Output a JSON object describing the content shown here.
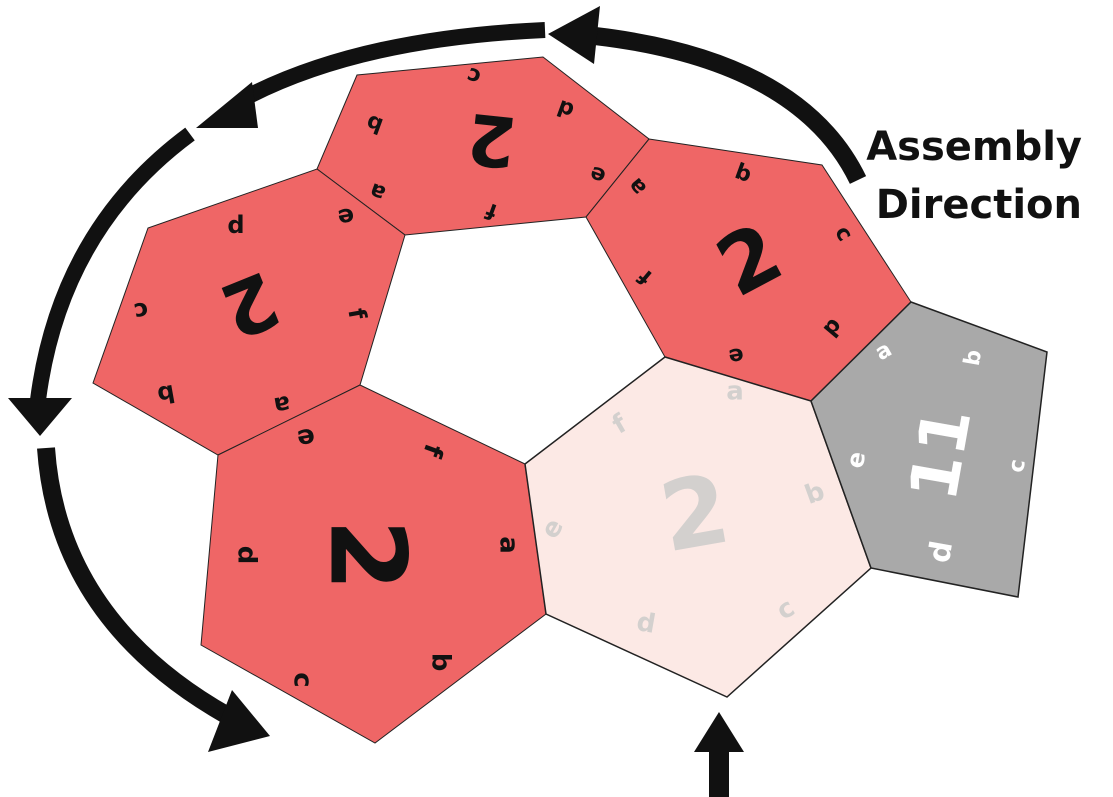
{
  "title": {
    "line1": "Assembly",
    "line2": "Direction"
  },
  "colors": {
    "piece_red": "#ef6666",
    "piece_faded": "#fce9e5",
    "piece_gray": "#a9a9a9",
    "arrow": "#111111",
    "text_dark": "#111111",
    "text_faded": "#d3d0ce",
    "text_white": "#ffffff"
  },
  "pieces": [
    {
      "id": "top",
      "number": "2",
      "edges": {
        "a": "a",
        "b": "b",
        "c": "c",
        "d": "d",
        "e": "e",
        "f": "f"
      }
    },
    {
      "id": "upper-left",
      "number": "2",
      "edges": {
        "a": "a",
        "b": "b",
        "c": "c",
        "d": "d",
        "e": "e",
        "f": "f"
      }
    },
    {
      "id": "upper-right",
      "number": "2",
      "edges": {
        "a": "a",
        "b": "b",
        "c": "c",
        "d": "d",
        "e": "e",
        "f": "f"
      }
    },
    {
      "id": "lower-left",
      "number": "2",
      "edges": {
        "a": "a",
        "b": "b",
        "c": "c",
        "d": "d",
        "e": "e",
        "f": "f"
      }
    },
    {
      "id": "center-faded",
      "number": "2",
      "edges": {
        "a": "a",
        "b": "b",
        "c": "c",
        "d": "d",
        "e": "e",
        "f": "f"
      }
    },
    {
      "id": "gray-pentagon",
      "number": "11",
      "edges": {
        "a": "a",
        "b": "b",
        "c": "c",
        "d": "d",
        "e": "e"
      }
    }
  ],
  "icons": {
    "arrow_top": "curved-arrow-icon",
    "arrow_left": "curved-arrow-icon",
    "arrow_bottom_left": "curved-arrow-icon",
    "arrow_right": "curved-arrow-icon",
    "arrow_up": "up-arrow-icon"
  }
}
